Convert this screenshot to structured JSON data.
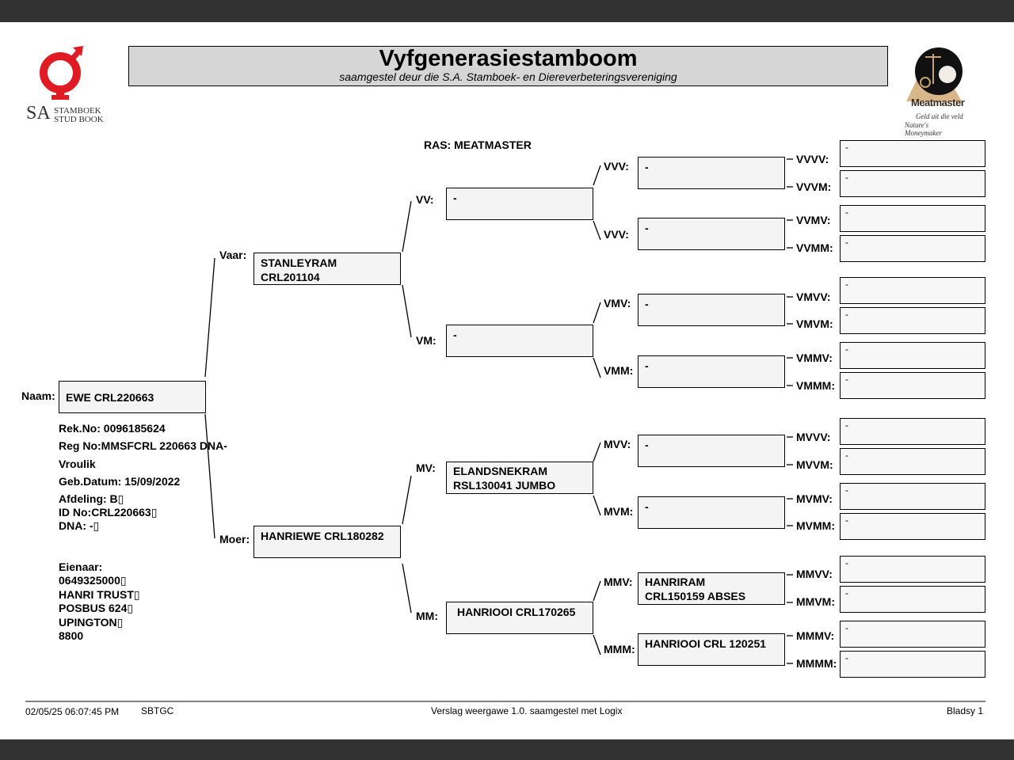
{
  "header": {
    "title": "Vyfgenerasiestamboom",
    "subtitle": "saamgestel deur die S.A. Stamboek- en Diereverbeteringsvereniging",
    "breed": "RAS: MEATMASTER"
  },
  "logo_left": {
    "line1": "STAMBOEK",
    "line2": "STUD BOOK",
    "abbr": "SA"
  },
  "logo_right": {
    "brand": "Meatmaster",
    "tag1": "Geld uit die veld",
    "tag2": "Nature's Moneymaker"
  },
  "animal": {
    "label": "Naam:",
    "name": "EWE CRL220663",
    "details": [
      "Rek.No: 0096185624",
      "Reg No:MMSFCRL 220663 DNA-",
      "Vroulik",
      "Geb.Datum: 15/09/2022",
      "Afdeling: B▯",
      "ID No:CRL220663▯",
      "DNA: -▯"
    ],
    "owner": [
      "Eienaar:",
      "0649325000▯",
      "HANRI TRUST▯",
      "POSBUS 624▯",
      "UPINGTON▯",
      "8800"
    ]
  },
  "gen1": {
    "V": {
      "label": "Vaar:",
      "lines": [
        "STANLEYRAM",
        "CRL201104"
      ]
    },
    "M": {
      "label": "Moer:",
      "lines": [
        "HANRIEWE CRL180282"
      ]
    }
  },
  "gen2": {
    "VV": {
      "label": "VV:",
      "lines": [
        "-"
      ]
    },
    "VM": {
      "label": "VM:",
      "lines": [
        "-"
      ]
    },
    "MV": {
      "label": "MV:",
      "lines": [
        "ELANDSNEKRAM",
        "RSL130041 JUMBO"
      ]
    },
    "MM": {
      "label": "MM:",
      "lines": [
        "HANRIOOI CRL170265"
      ]
    }
  },
  "gen3": {
    "VVV1": {
      "label": "VVV:",
      "lines": [
        "-"
      ]
    },
    "VVV2": {
      "label": "VVV:",
      "lines": [
        "-"
      ]
    },
    "VMV": {
      "label": "VMV:",
      "lines": [
        "-"
      ]
    },
    "VMM": {
      "label": "VMM:",
      "lines": [
        "-"
      ]
    },
    "MVV": {
      "label": "MVV:",
      "lines": [
        "-"
      ]
    },
    "MVM": {
      "label": "MVM:",
      "lines": [
        "-"
      ]
    },
    "MMV": {
      "label": "MMV:",
      "lines": [
        "HANRIRAM",
        "CRL150159 ABSES"
      ]
    },
    "MMM": {
      "label": "MMM:",
      "lines": [
        "HANRIOOI CRL 120251"
      ]
    }
  },
  "gen4": [
    {
      "label": "VVVV:",
      "value": "-"
    },
    {
      "label": "VVVM:",
      "value": "-"
    },
    {
      "label": "VVMV:",
      "value": "-"
    },
    {
      "label": "VVMM:",
      "value": "-"
    },
    {
      "label": "VMVV:",
      "value": "-"
    },
    {
      "label": "VMVM:",
      "value": "-"
    },
    {
      "label": "VMMV:",
      "value": "-"
    },
    {
      "label": "VMMM:",
      "value": "-"
    },
    {
      "label": "MVVV:",
      "value": "-"
    },
    {
      "label": "MVVM:",
      "value": "-"
    },
    {
      "label": "MVMV:",
      "value": "-"
    },
    {
      "label": "MVMM:",
      "value": "-"
    },
    {
      "label": "MMVV:",
      "value": "-"
    },
    {
      "label": "MMVM:",
      "value": "-"
    },
    {
      "label": "MMMV:",
      "value": "-"
    },
    {
      "label": "MMMM:",
      "value": "-"
    }
  ],
  "footer": {
    "datetime": "02/05/25 06:07:45 PM",
    "code": "SBTGC",
    "version": "Verslag weergawe 1.0. saamgestel met Logix",
    "page": "Bladsy 1"
  }
}
